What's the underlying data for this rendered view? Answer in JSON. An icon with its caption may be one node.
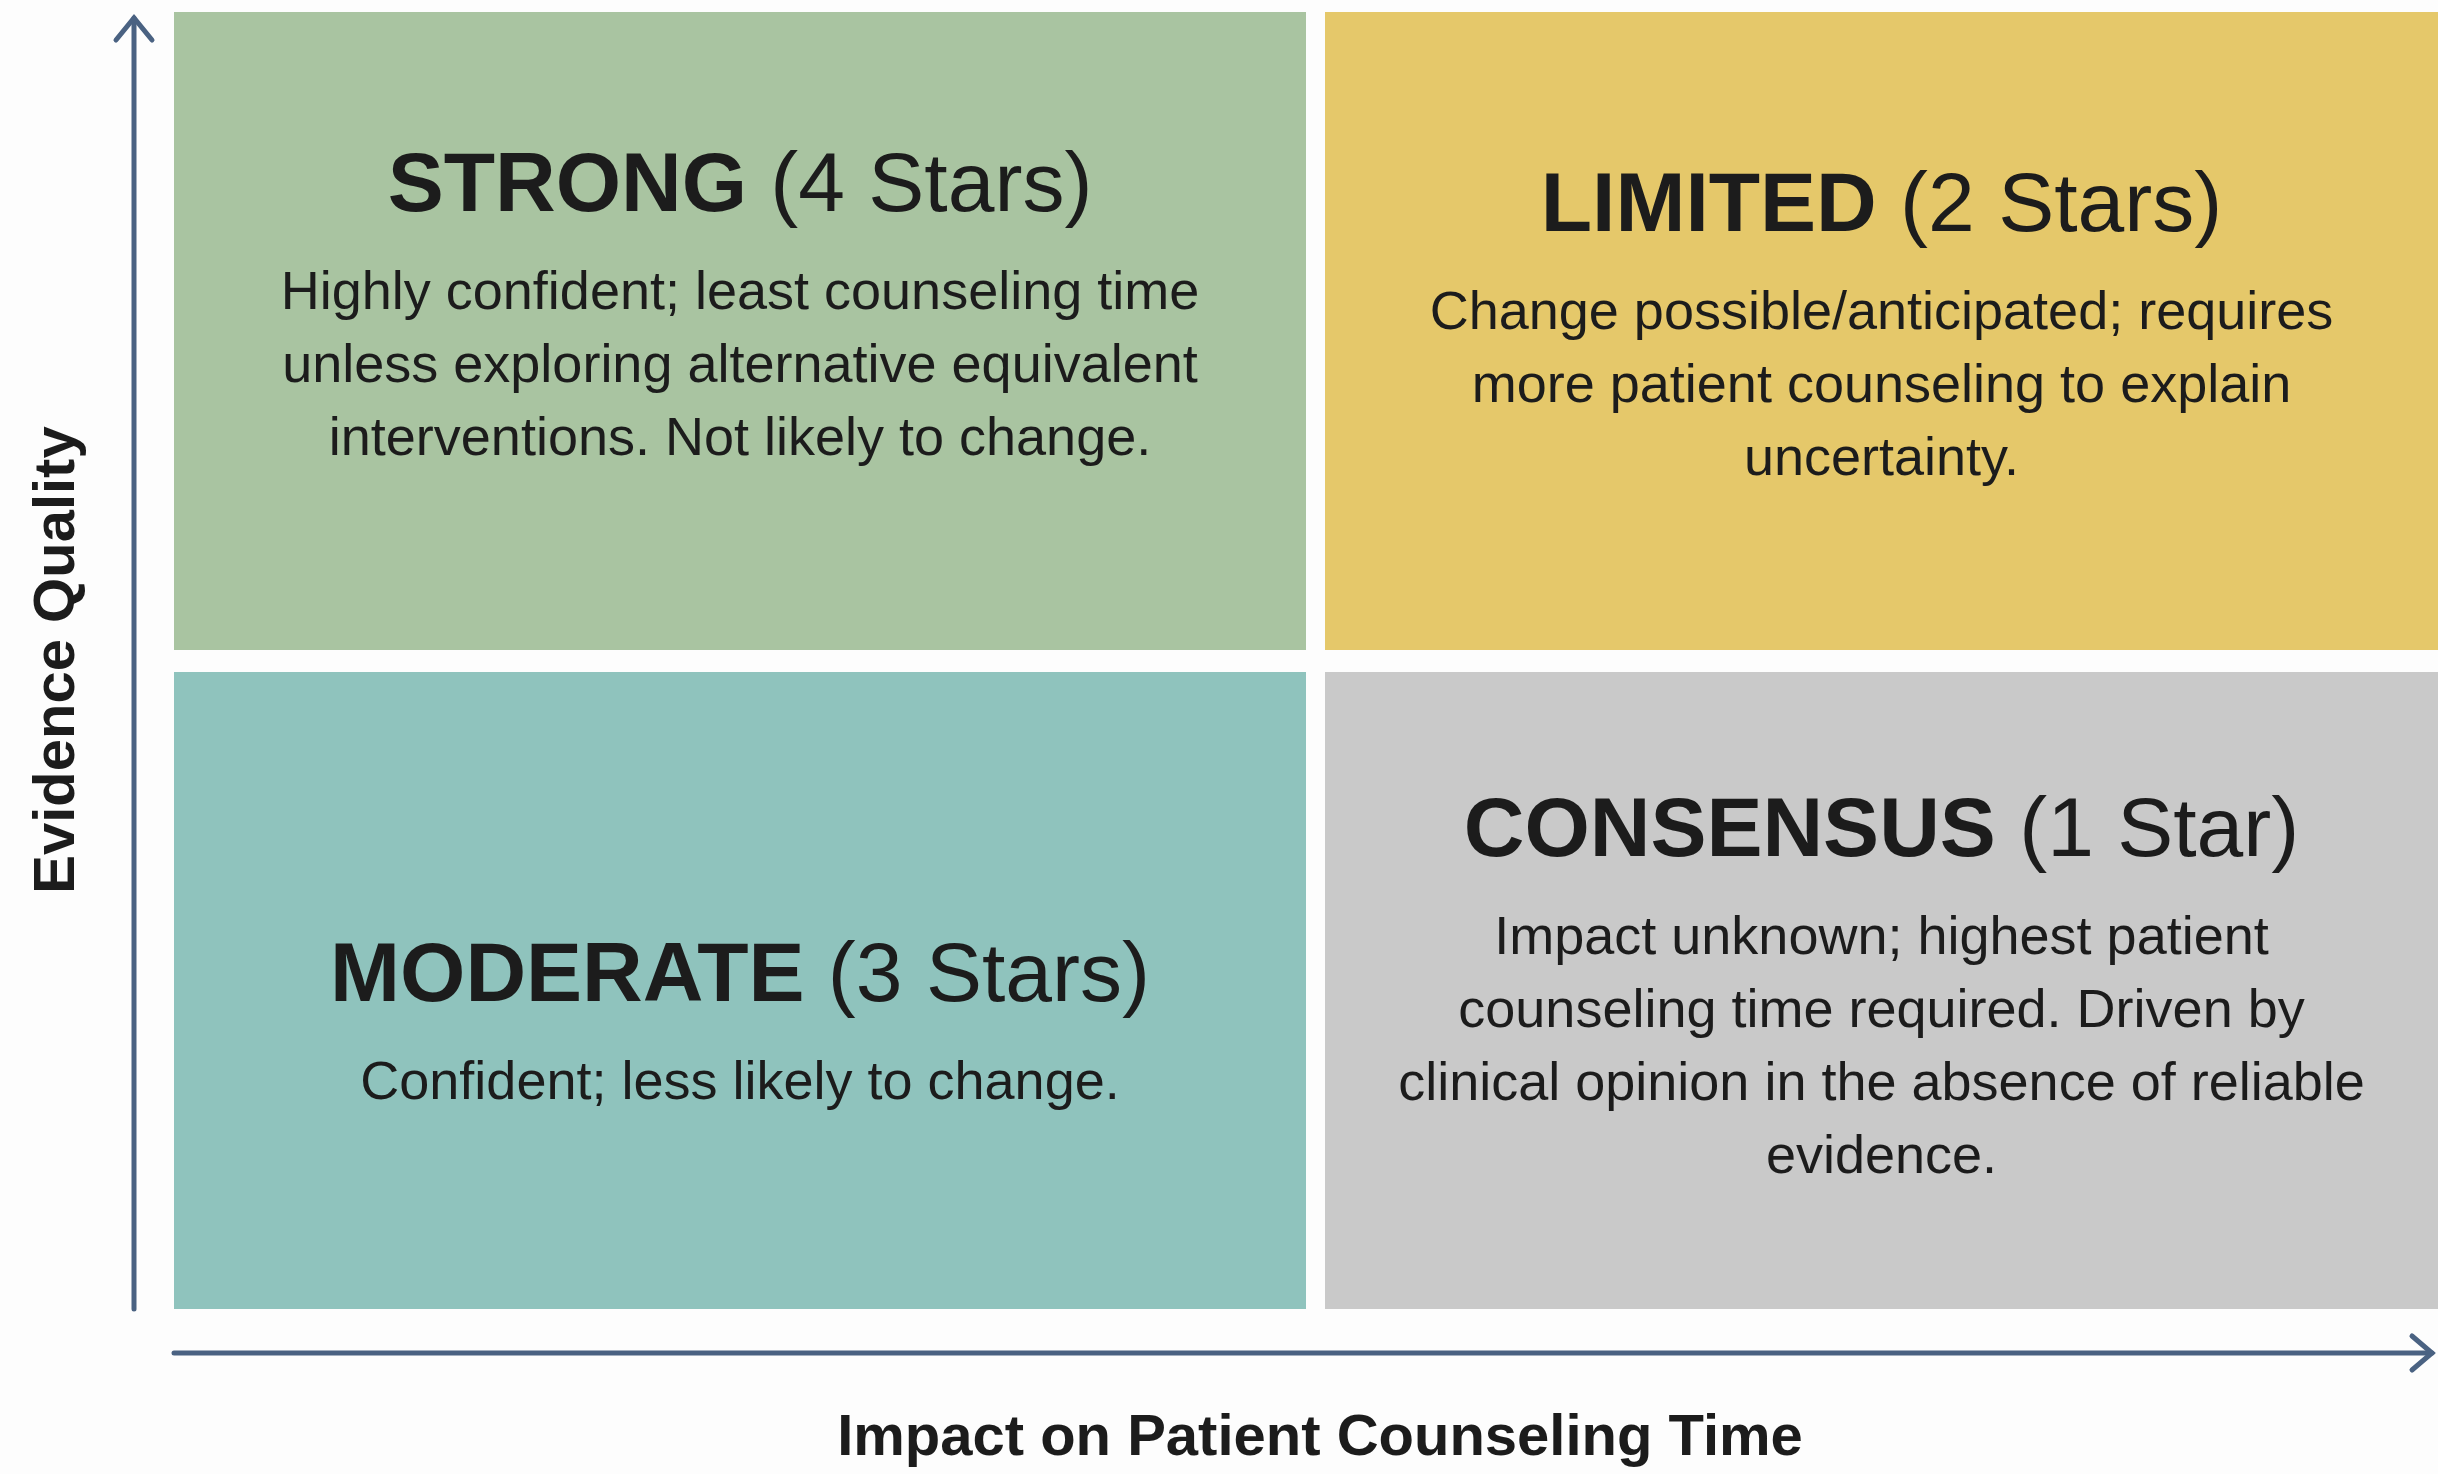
{
  "diagram": {
    "nodes": [
      {
        "text": [
          "**STRONG** (4 Stars)",
          "Highly confident; least counseling time unless exploring alternative equivalent interventions. Not likely to change."
        ]
      },
      {
        "text": [
          "**LIMITED** (2 Stars)",
          "Change possible/anticipated; requires more patient counseling to explain uncertainty."
        ]
      },
      {
        "text": [
          "**MODERATE** (3 Stars)",
          "Confident; less likely to change."
        ]
      },
      {
        "text": [
          "**CONSENSUS** (1 Star)",
          "Impact unknown; highest patient counseling time required. Driven by clinical opinion in the absence of reliable evidence."
        ]
      }
    ],
    "edges": [],
    "labels": [
      "Evidence Quality",
      "Impact on Patient Counseling Time"
    ]
  }
}
